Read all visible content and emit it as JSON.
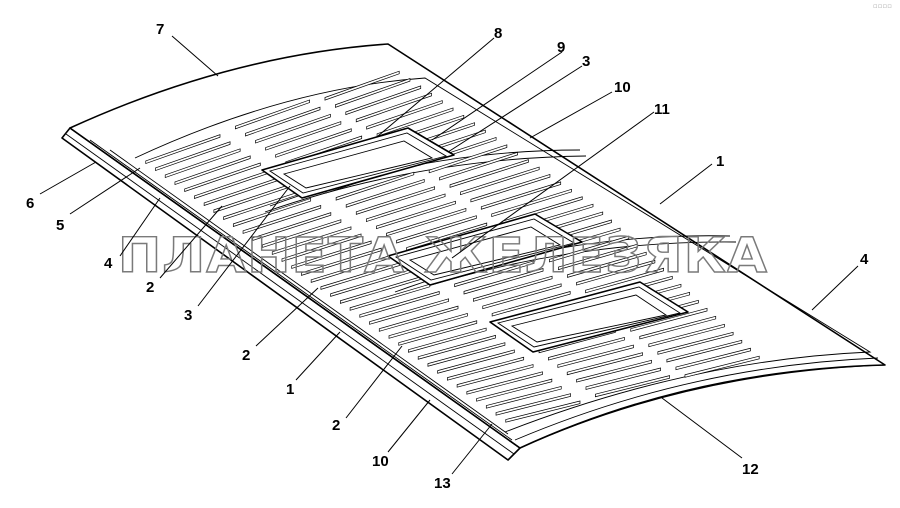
{
  "watermark": "ПЛАНЕТА ЖЕЛЕЗЯКА",
  "callouts": [
    "7",
    "8",
    "9",
    "3",
    "10",
    "11",
    "1",
    "6",
    "5",
    "4",
    "2",
    "3",
    "4",
    "2",
    "1",
    "2",
    "10",
    "13",
    "12"
  ],
  "colors": {
    "line": "#000000",
    "background": "#ffffff",
    "watermark": "#7a7a7a"
  }
}
